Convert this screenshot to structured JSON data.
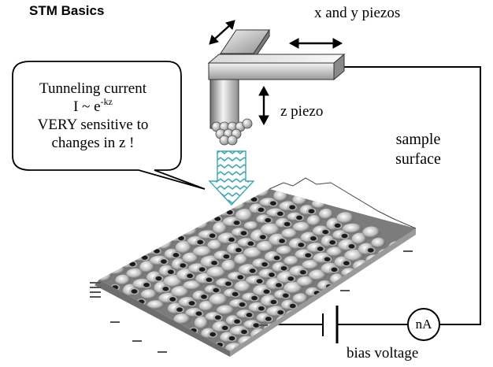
{
  "title": "STM Basics",
  "labels": {
    "xy_piezos": "x and y piezos",
    "z_piezo": "z piezo",
    "sample_line1": "sample",
    "sample_line2": "surface",
    "bias_voltage": "bias voltage",
    "ammeter": "nA"
  },
  "bubble": {
    "line1": "Tunneling current",
    "line2_base": "I ~ e",
    "line2_exponent": "-kz",
    "line3": "VERY sensitive to",
    "line4": "changes in z !"
  },
  "colors": {
    "piezo_light": "#e8e8e8",
    "piezo_dark": "#7a7a7a",
    "arrow_fill": "#a8ecef",
    "arrow_zigzag": "#3aa8b0",
    "surface_dark": "#2a2a2a",
    "surface_light": "#e0e0e0"
  }
}
